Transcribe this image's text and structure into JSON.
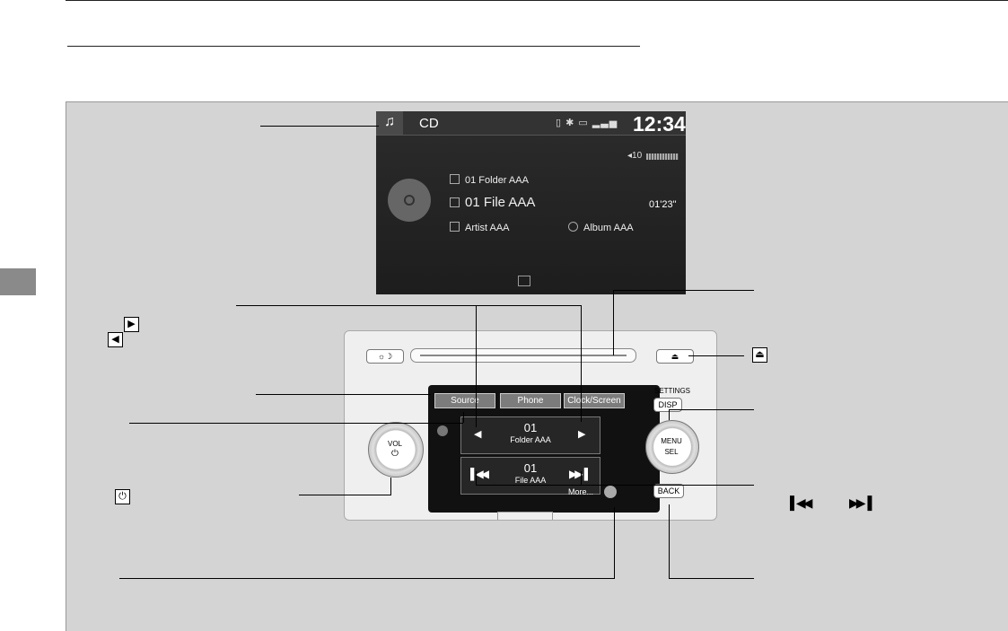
{
  "cd_screen": {
    "label": "CD",
    "clock": "12:34",
    "volume": "10",
    "folder": "01 Folder AAA",
    "file": "01 File AAA",
    "elapsed": "01'23\"",
    "artist": "Artist AAA",
    "album": "Album AAA"
  },
  "unit": {
    "tabs": [
      "Source",
      "Phone",
      "Clock/Screen"
    ],
    "folder_number": "01",
    "folder_label": "Folder AAA",
    "file_number": "01",
    "file_label": "File AAA",
    "more_label": "More...",
    "vol_label": "VOL",
    "settings_label": "SETTINGS",
    "disp_label": "DISP",
    "menu_label": "MENU",
    "sel_label": "SEL",
    "back_label": "BACK"
  }
}
